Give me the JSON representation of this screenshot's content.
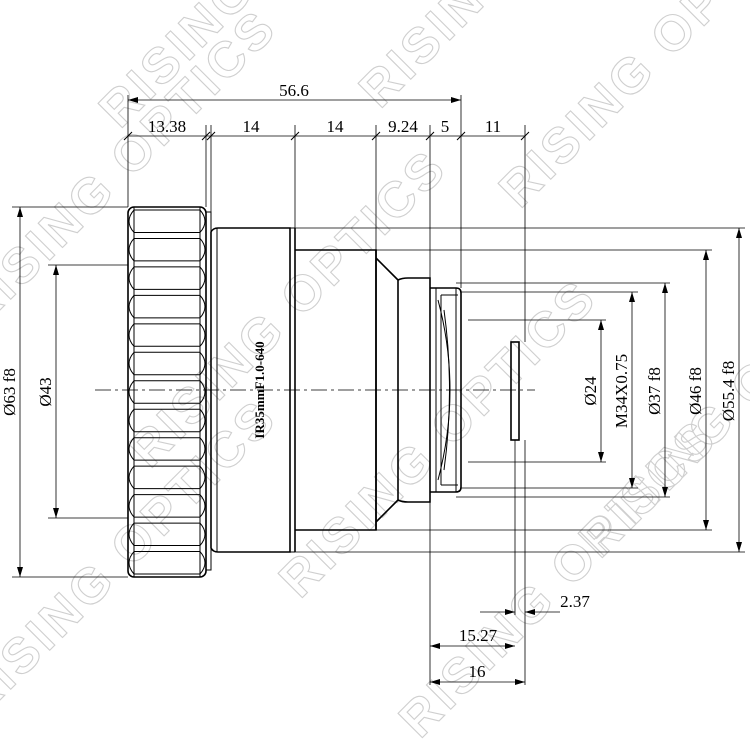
{
  "watermark": "RISING OPTICS",
  "lens_label": "IR35mmF1.0-640",
  "dimensions": {
    "overall_length": "56.6",
    "seg_1": "13.38",
    "seg_2": "14",
    "seg_3": "14",
    "seg_4": "9.24",
    "seg_5": "5",
    "seg_6": "11",
    "dia_63": "Ø63 f8",
    "dia_43": "Ø43",
    "dia_24": "Ø24",
    "thread": "M34X0.75",
    "dia_37": "Ø37 f8",
    "dia_46": "Ø46 f8",
    "dia_55": "Ø55.4 f8",
    "bottom_237": "2.37",
    "bottom_1527": "15.27",
    "bottom_16": "16"
  }
}
